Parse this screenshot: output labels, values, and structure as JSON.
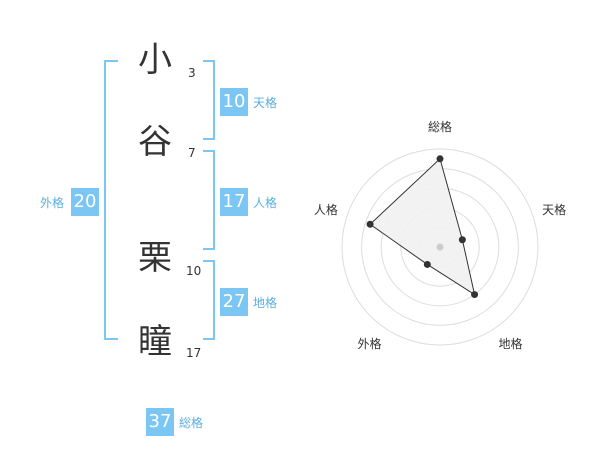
{
  "name": {
    "chars": [
      {
        "char": "小",
        "strokes": "3"
      },
      {
        "char": "谷",
        "strokes": "7"
      },
      {
        "char": "栗",
        "strokes": "10"
      },
      {
        "char": "瞳",
        "strokes": "17"
      }
    ]
  },
  "fortune": {
    "tenkaku": {
      "value": "10",
      "label": "天格"
    },
    "jinkaku": {
      "value": "17",
      "label": "人格"
    },
    "chikaku": {
      "value": "27",
      "label": "地格"
    },
    "gaikaku": {
      "value": "20",
      "label": "外格"
    },
    "soukaku": {
      "value": "37",
      "label": "総格"
    }
  },
  "colors": {
    "accent": "#7cc6f4",
    "label": "#5aaee2"
  },
  "chart_data": {
    "type": "radar",
    "axes": [
      "総格",
      "天格",
      "地格",
      "外格",
      "人格"
    ],
    "values": [
      0.9,
      0.24,
      0.6,
      0.22,
      0.75
    ],
    "range": [
      0,
      1
    ],
    "rings": 5
  }
}
